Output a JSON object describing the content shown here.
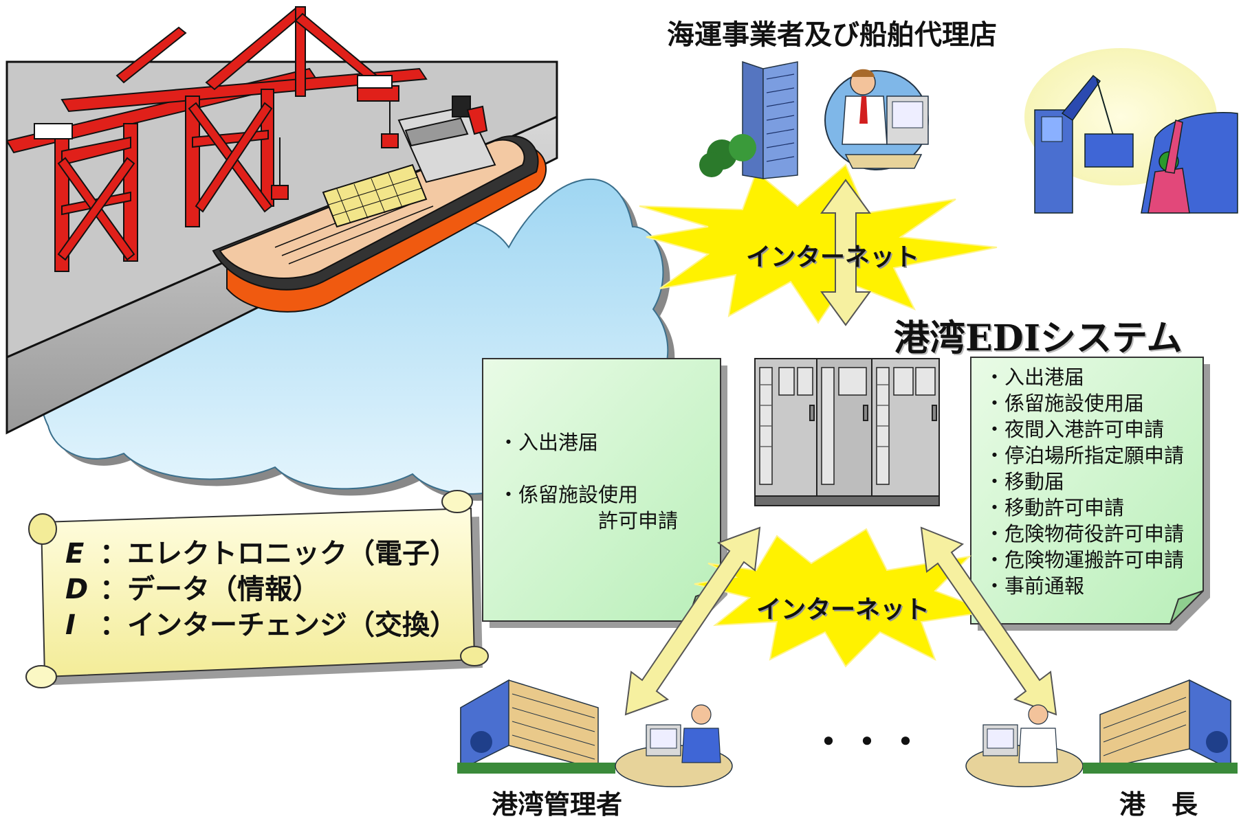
{
  "top_title": "海運事業者及び船舶代理店",
  "system_title": "港湾EDIシステム",
  "internet_label_top": "インターネット",
  "internet_label_bottom": "インターネット",
  "left_note": {
    "items": [
      "・入出港届",
      "・係留施設使用",
      "許可申請"
    ]
  },
  "right_note": {
    "items": [
      "・入出港届",
      "・係留施設使用届",
      "・夜間入港許可申請",
      "・停泊場所指定願申請",
      "・移動届",
      "・移動許可申請",
      "・危険物荷役許可申請",
      "・危険物運搬許可申請",
      "・事前通報"
    ]
  },
  "scroll": {
    "rows": [
      {
        "key": "E",
        "text": "：エレクトロニック（電子）"
      },
      {
        "key": "D",
        "text": "：データ（情報）"
      },
      {
        "key": "I",
        "text": "：インターチェンジ（交換）"
      }
    ]
  },
  "bottom_left_label": "港湾管理者",
  "bottom_right_label": "港　長",
  "ellipsis": "・・・",
  "colors": {
    "crane_red": "#e0201a",
    "water_blue": "#bfe6f8",
    "note_green": "#ccf5cc",
    "scroll_yellow": "#fbf8c4",
    "burst_yellow": "#fff200",
    "arrow_fill": "#f6f0a0"
  },
  "icons": [
    "crane-icon",
    "container-ship-icon",
    "office-tower-icon",
    "office-worker-icon",
    "port-worker-icon",
    "server-rack-icon",
    "office-building-icon",
    "desk-worker-icon"
  ]
}
